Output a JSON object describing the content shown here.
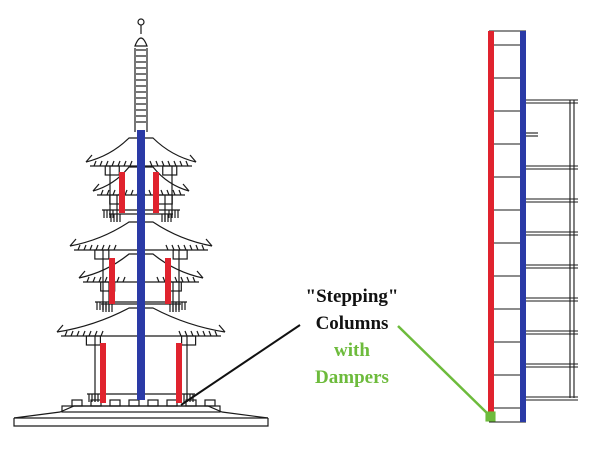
{
  "labels": {
    "line1": "\"Stepping\"",
    "line2": "Columns",
    "line3": "with",
    "line4": "Dampers"
  },
  "colors": {
    "stepping_column": "#e0232e",
    "central_pillar": "#2a3aa6",
    "damper_line": "#6dbb3c",
    "drawing_ink": "#1a1a1a",
    "background": "#ffffff"
  },
  "icons": {
    "pagoda_section": "pagoda-cross-section-drawing",
    "column_section": "column-elevation-drawing"
  }
}
